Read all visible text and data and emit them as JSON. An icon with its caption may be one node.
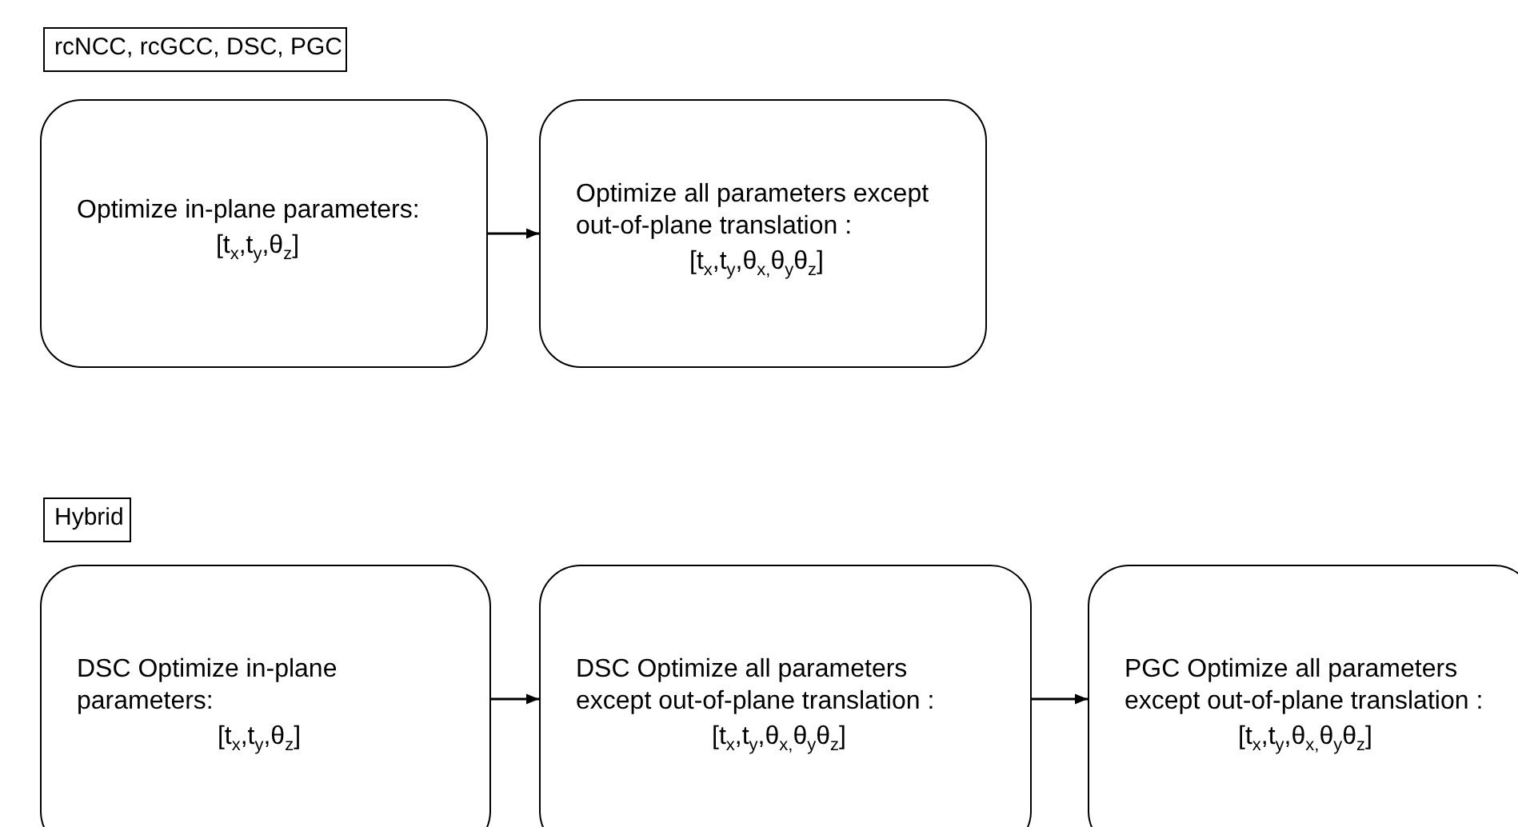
{
  "diagram": {
    "nodes": [
      {
        "text": [
          "rcNCC, rcGCC, DSC, PGC"
        ]
      },
      {
        "text": [
          "Optimize in-plane parameters:",
          "[t$_{x}$,t$_{y}$,θ$_{z}$]"
        ]
      },
      {
        "text": [
          "Optimize all parameters except out-of-plane translation :",
          "[t$_{x}$,t$_{y}$,θ$_{x,}$θ$_{y}$θ$_{z}$]"
        ]
      },
      {
        "text": [
          "Hybrid"
        ]
      },
      {
        "text": [
          "DSC Optimize in-plane parameters:",
          "[t$_{x}$,t$_{y}$,θ$_{z}$]"
        ]
      },
      {
        "text": [
          "DSC Optimize all parameters except out-of-plane translation :",
          "[t$_{x}$,t$_{y}$,θ$_{x,}$θ$_{y}$θ$_{z}$]"
        ]
      },
      {
        "text": [
          "PGC Optimize all parameters except out-of-plane translation :",
          "[t$_{x}$,t$_{y}$,θ$_{x,}$θ$_{y}$θ$_{z}$]"
        ]
      }
    ],
    "edges": [
      {
        "from": 1,
        "to": 2,
        "arrow": "to"
      },
      {
        "from": 4,
        "to": 5,
        "arrow": "to"
      },
      {
        "from": 5,
        "to": 6,
        "arrow": "to"
      }
    ]
  }
}
